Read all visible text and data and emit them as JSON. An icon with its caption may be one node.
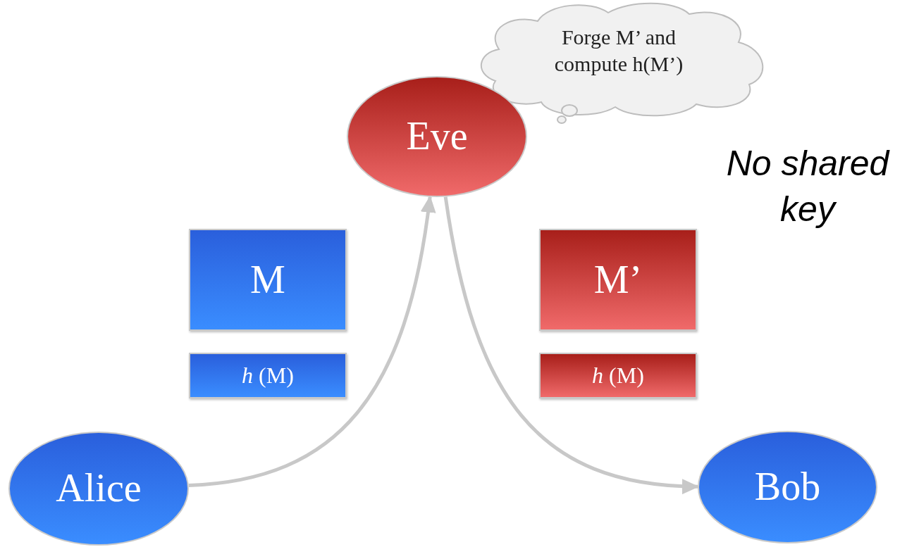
{
  "diagram": {
    "nodes": [
      {
        "text": [
          "Forge M’ and compute h(M’)"
        ]
      },
      {
        "text": [
          "Eve"
        ]
      },
      {
        "text": [
          "M"
        ]
      },
      {
        "text": [
          "M’"
        ]
      },
      {
        "text": [
          "*h* (M)"
        ]
      },
      {
        "text": [
          "*h* (M)"
        ]
      },
      {
        "text": [
          "Alice"
        ]
      },
      {
        "text": [
          "Bob"
        ]
      }
    ],
    "edges": [
      {
        "from": 6,
        "to": 1,
        "arrow": "to"
      },
      {
        "from": 1,
        "to": 7,
        "arrow": "to"
      }
    ],
    "labels": [
      "No shared key"
    ]
  }
}
